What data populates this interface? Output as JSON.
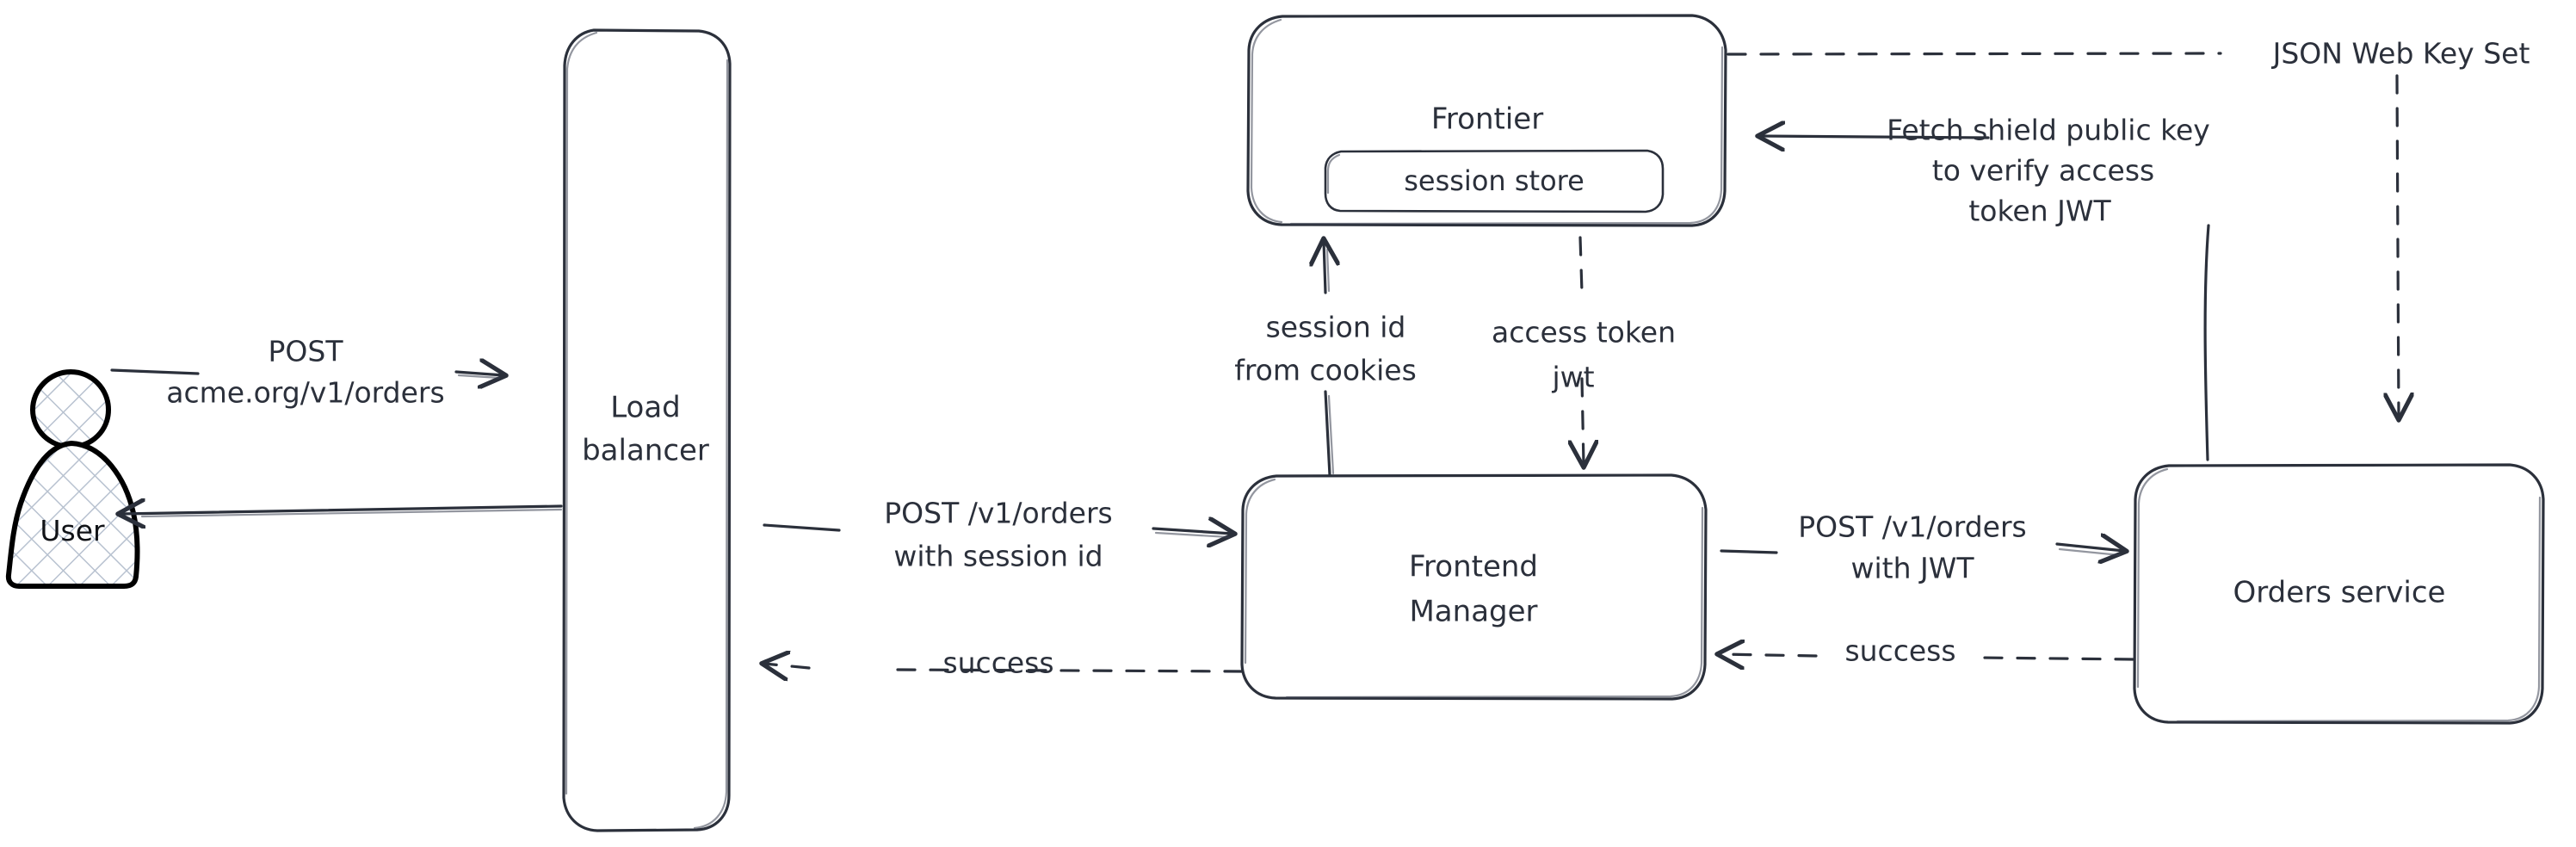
{
  "diagram": {
    "title": "Order request authentication flow",
    "style": "hand-drawn",
    "background_color": "#ffffff",
    "stroke_color": "#2b303b"
  },
  "actors": {
    "user": {
      "label": "User",
      "icon": "person-icon"
    }
  },
  "nodes": [
    {
      "id": "load-balancer",
      "label_line1": "Load",
      "label_line2": "balancer"
    },
    {
      "id": "frontier",
      "label": "Frontier"
    },
    {
      "id": "session-store",
      "label": "session store"
    },
    {
      "id": "frontend-manager",
      "label_line1": "Frontend",
      "label_line2": "Manager"
    },
    {
      "id": "orders-service",
      "label": "Orders service"
    }
  ],
  "edges": [
    {
      "id": "user-to-lb",
      "label_line1": "POST",
      "label_line2": "acme.org/v1/orders",
      "style": "solid",
      "direction": "right"
    },
    {
      "id": "lb-to-user",
      "label": "",
      "style": "solid",
      "direction": "left"
    },
    {
      "id": "lb-to-fm",
      "label_line1": "POST /v1/orders",
      "label_line2": "with session id",
      "style": "solid",
      "direction": "right"
    },
    {
      "id": "fm-to-lb",
      "label": "success",
      "style": "dashed",
      "direction": "left"
    },
    {
      "id": "fm-to-orders",
      "label_line1": "POST /v1/orders",
      "label_line2": "with JWT",
      "style": "solid",
      "direction": "right"
    },
    {
      "id": "orders-to-fm",
      "label": "success",
      "style": "dashed",
      "direction": "left"
    },
    {
      "id": "fm-to-frontier",
      "label_line1": "session id",
      "label_line2": "from cookies",
      "style": "solid",
      "direction": "up"
    },
    {
      "id": "frontier-to-fm",
      "label_line1": "access token",
      "label_line2": "jwt",
      "style": "dashed",
      "direction": "down"
    },
    {
      "id": "frontier-to-orders-jwks",
      "label": "JSON Web Key Set",
      "style": "dashed",
      "direction": "down"
    },
    {
      "id": "orders-to-frontier-fetch",
      "label_line1": "Fetch shield public key",
      "label_line2": "to verify access",
      "label_line3": "token JWT",
      "style": "solid",
      "direction": "left"
    }
  ]
}
